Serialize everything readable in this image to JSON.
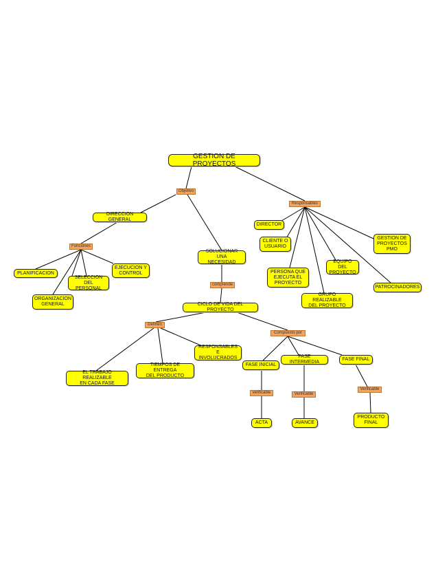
{
  "nodes": {
    "title": "GESTION DE PROYECTOS",
    "direccion": "DIRECCION GENERAL",
    "solucionar": "SOLUCIONAR UNA\nNECESIDAD",
    "planificacion": "PLANIFICACION",
    "seleccion": "SELECCION DEL\nPERSONAL",
    "ejecucion": "EJECUCION Y\nCONTROL",
    "organizacion": "ORGANIZACION\nGENERAL",
    "ciclo": "CICLO DE VIDA DEL PROYECTO",
    "trabajo": "EL TRABAJO REALIZABLE\nEN CADA FASE",
    "tiempos": "TIEMPOS DE ENTREGA\nDEL PRODUCTO",
    "responsables_inv": "RESPONSABLES E\nINVOLUCRADOS",
    "fase_inicial": "FASE INICIAL",
    "fase_intermedia": "FASE INTERMEDIA",
    "fase_final": "FASE FINAL",
    "acta": "ACTA",
    "avance": "AVANCE",
    "producto_final": "PRODUCTO\nFINAL",
    "director": "DIRECTOR",
    "cliente": "CLIENTE O\nUSUARIO",
    "persona": "PERSONA QUE\nEJECUTA EL\nPROYECTO",
    "grupo": "GRUPO REALIZABLE\nDEL PROYECTO",
    "equipo": "EQUIPO DEL\nPROYECTO",
    "pmo": "GESTION DE\nPROYECTOS\nPMO",
    "patrocinadores": "PATROCINADORES"
  },
  "links": {
    "objetivo": "Objetivo",
    "responsables": "Responsables",
    "funciones": "Funciones",
    "comprende": "comprende",
    "definen": "Definen",
    "compuesto": "Compuesto por",
    "verificable1": "verificable",
    "verificable2": "Verificable",
    "verificable3": "Verificable"
  },
  "colors": {
    "node_fill": "#ffff00",
    "link_fill": "#f4a460",
    "line": "#000000"
  }
}
